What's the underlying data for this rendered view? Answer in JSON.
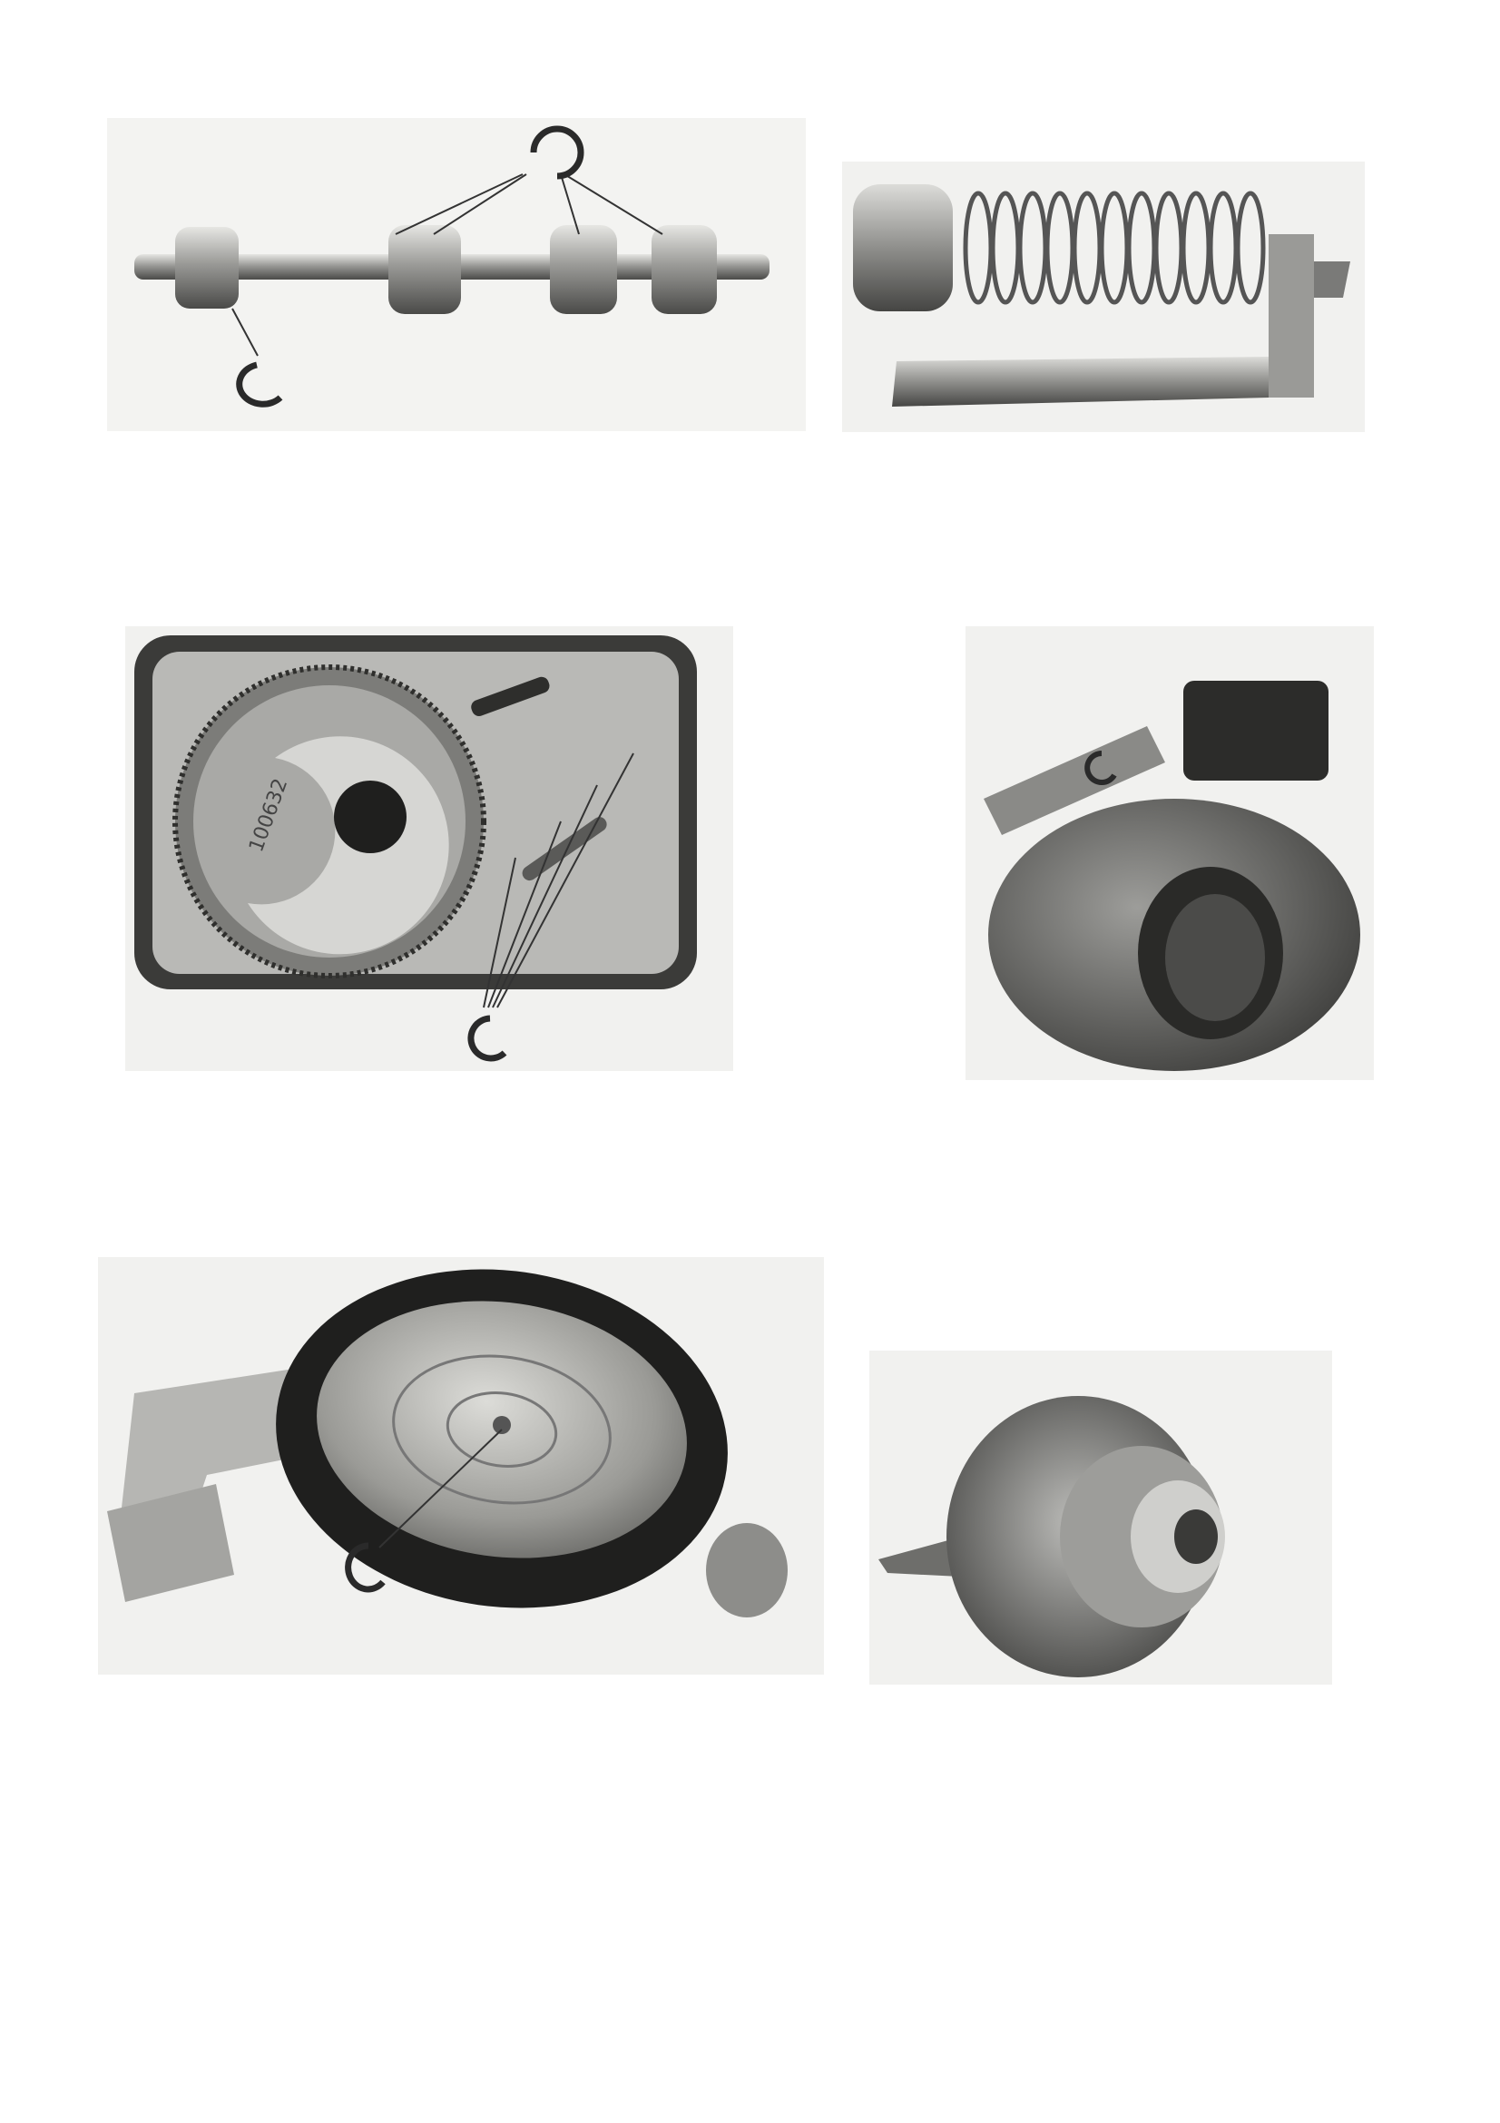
{
  "page": {
    "page_number": ""
  },
  "figures": [
    {
      "id": "shaft-assembly",
      "circlip_callouts": 5
    },
    {
      "id": "spring-bracket",
      "circlip_callouts": 0
    },
    {
      "id": "gear-housing",
      "serial_text": "100632",
      "circlip_callouts": 4
    },
    {
      "id": "clamp-hub",
      "circlip_callouts": 1
    },
    {
      "id": "wheel-arm",
      "circlip_callouts": 1
    },
    {
      "id": "pulley-hub",
      "circlip_callouts": 0
    }
  ],
  "colors": {
    "paper": "#ffffff",
    "photo_bg": "#f2f2f0",
    "metal_light": "#c9c9c6",
    "metal_mid": "#8d8d8a",
    "metal_dark": "#3a3a38",
    "rubber": "#1f1f1e"
  }
}
